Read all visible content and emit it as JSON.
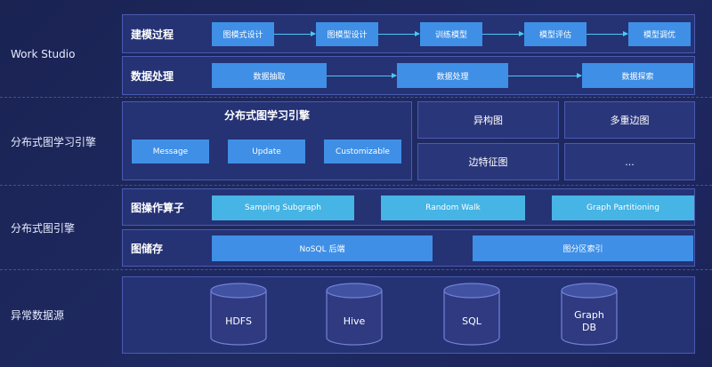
{
  "rows": {
    "work_studio": "Work Studio",
    "graph_learning": "分布式图学习引擎",
    "graph_engine": "分布式图引擎",
    "data_sources": "异常数据源"
  },
  "modeling": {
    "title": "建模过程",
    "steps": [
      "图模式设计",
      "图模型设计",
      "训练模型",
      "模型评估",
      "模型调优"
    ]
  },
  "data_processing": {
    "title": "数据处理",
    "steps": [
      "数据抽取",
      "数据处理",
      "数据探索"
    ]
  },
  "learning_engine": {
    "title": "分布式图学习引擎",
    "items": [
      "Message",
      "Update",
      "Customizable"
    ]
  },
  "graph_types": [
    "异构图",
    "多重边图",
    "边特征图",
    "..."
  ],
  "operators": {
    "title": "图操作算子",
    "items": [
      "Samping Subgraph",
      "Random Walk",
      "Graph Partitioning"
    ]
  },
  "storage": {
    "title": "图储存",
    "items": [
      "NoSQL 后端",
      "图分区索引"
    ]
  },
  "sources": [
    "HDFS",
    "Hive",
    "SQL",
    "Graph\nDB"
  ],
  "colors": {
    "background": "#1f2a63",
    "panel": "#253274",
    "panel_border": "#4a5bb0",
    "box_blue": "#3f8fe6",
    "box_cyan": "#46b4e4",
    "arrow": "#49c8f5"
  }
}
